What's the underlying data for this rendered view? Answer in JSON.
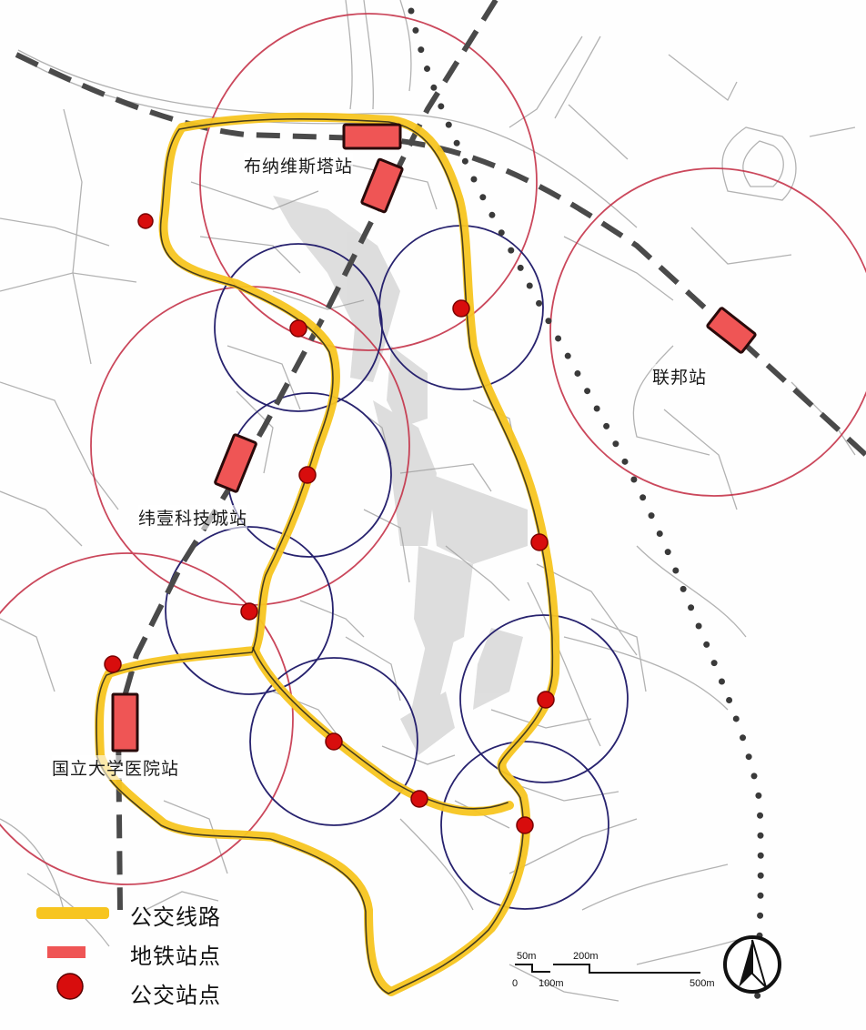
{
  "map": {
    "title": "",
    "colors": {
      "bus_route": "#f7c520",
      "bus_route_edge": "#1a1a1a",
      "metro_station_fill": "#ef5555",
      "bus_stop_fill": "#d80d0d",
      "metro_circle": "#c2283f",
      "bus_circle": "#27226e",
      "rail_dash": "#4a4a4a",
      "dotted_line": "#3a3a3a",
      "street": "#9a9a9a",
      "block_gray": "#d6d6d6"
    },
    "stations": [
      {
        "name": "布纳维斯塔站",
        "type": "metro"
      },
      {
        "name": "联邦站",
        "type": "metro"
      },
      {
        "name": "纬壹科技城站",
        "type": "metro"
      },
      {
        "name": "国立大学医院站",
        "type": "metro"
      }
    ],
    "bus_stop_count": 11
  },
  "legend": {
    "items": [
      {
        "label": "公交线路",
        "symbol": "yellow-line"
      },
      {
        "label": "地铁站点",
        "symbol": "red-rectangle"
      },
      {
        "label": "公交站点",
        "symbol": "red-dot"
      }
    ]
  },
  "scale_bar": {
    "top_labels": [
      "50m",
      "200m"
    ],
    "bottom_labels": [
      "0",
      "100m",
      "500m"
    ]
  },
  "north_arrow": {
    "icon": "north-arrow-icon"
  }
}
